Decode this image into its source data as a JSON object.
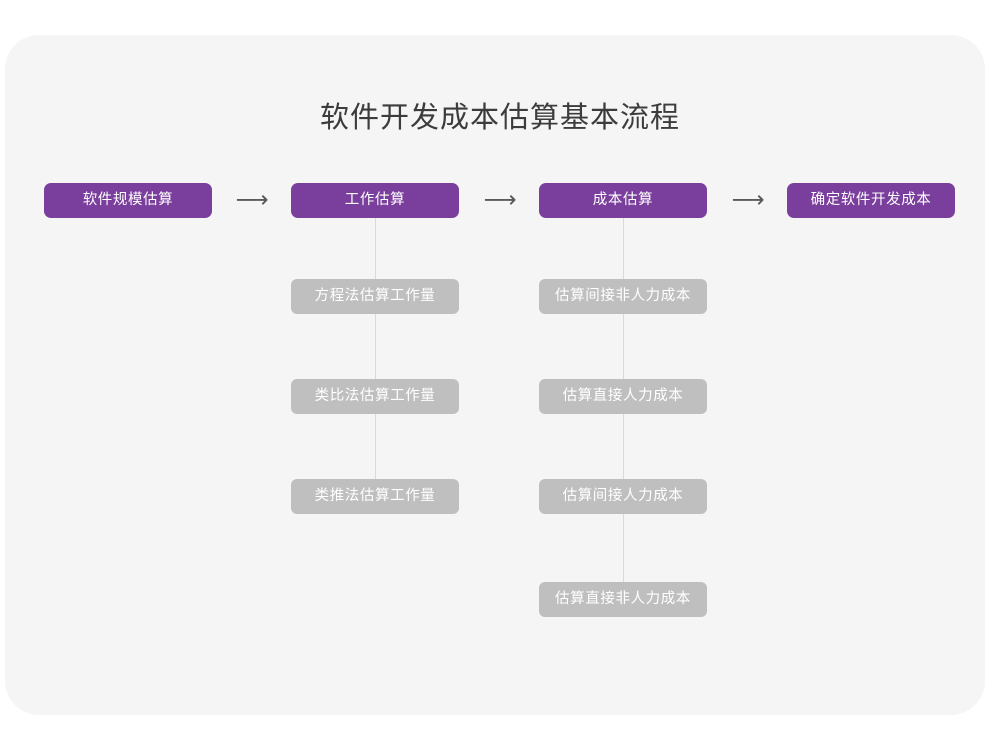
{
  "diagram": {
    "title": "软件开发成本估算基本流程",
    "colors": {
      "background": "#ffffff",
      "card": "#f5f5f5",
      "primary_node": "#7a3e9c",
      "secondary_node": "#bfbfbf",
      "node_text": "#ffffff",
      "title_text": "#3c3c3c",
      "connector": "#d9d9d9",
      "arrow": "#595959"
    },
    "arrow_glyph": "⟶",
    "arrows": [
      {
        "name": "arrow-1",
        "label": "⟶"
      },
      {
        "name": "arrow-2",
        "label": "⟶"
      },
      {
        "name": "arrow-3",
        "label": "⟶"
      }
    ],
    "stages": [
      {
        "id": "stage-1",
        "label": "软件规模估算",
        "substeps": []
      },
      {
        "id": "stage-2",
        "label": "工作估算",
        "substeps": [
          "方程法估算工作量",
          "类比法估算工作量",
          "类推法估算工作量"
        ]
      },
      {
        "id": "stage-3",
        "label": "成本估算",
        "substeps": [
          "估算间接非人力成本",
          "估算直接人力成本",
          "估算间接人力成本",
          "估算直接非人力成本"
        ]
      },
      {
        "id": "stage-4",
        "label": "确定软件开发成本",
        "substeps": []
      }
    ]
  }
}
